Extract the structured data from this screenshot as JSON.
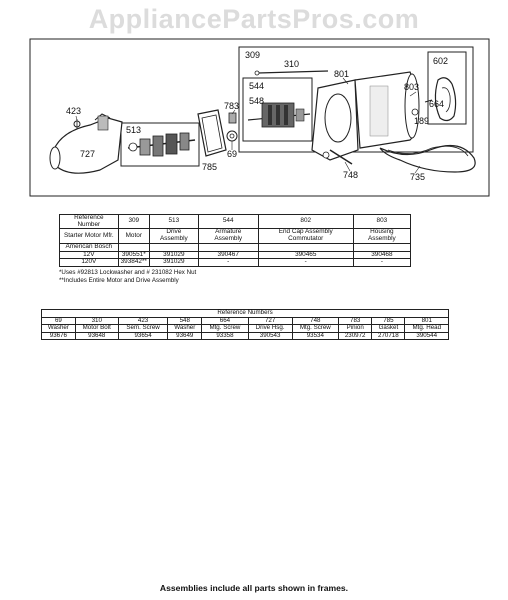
{
  "watermark": "AppliancePartsPros.com",
  "callouts": {
    "p309": "309",
    "p310": "310",
    "p801": "801",
    "p602": "602",
    "p544": "544",
    "p548": "548",
    "p803": "803",
    "p664": "664",
    "p189": "189",
    "p423": "423",
    "p513": "513",
    "p783": "783",
    "p727": "727",
    "p69": "69",
    "p785": "785",
    "p748": "748",
    "p735": "735"
  },
  "table1": {
    "header": [
      "Reference Number",
      "309",
      "513",
      "544",
      "802",
      "803"
    ],
    "row_desc": [
      "Starter Motor Mfr.",
      "Motor",
      "Drive Assembly",
      "Armature Assembly",
      "End Cap Assembly Commutator",
      "Housing Assembly"
    ],
    "row_mfr": [
      "American Bosch",
      "",
      "",
      "",
      "",
      ""
    ],
    "row_12v": [
      "12V",
      "390551*",
      "391029",
      "390467",
      "390465",
      "390468"
    ],
    "row_120v": [
      "120V",
      "393842**",
      "391029",
      "-",
      "-",
      "-"
    ]
  },
  "notes": [
    "*Uses #92813 Lockwasher and # 231082 Hex Nut",
    "**Includes Entire Motor and Drive Assembly"
  ],
  "table2": {
    "title": "Reference Numbers",
    "refs": [
      "69",
      "310",
      "423",
      "548",
      "664",
      "727",
      "748",
      "783",
      "785",
      "801"
    ],
    "names": [
      "Washer",
      "Motor Bolt",
      "Sem. Screw",
      "Washer",
      "Mtg. Screw",
      "Drive Hsg.",
      "Mtg. Screw",
      "Pinion",
      "Gasket",
      "Mtg. Head"
    ],
    "parts": [
      "93676",
      "93648",
      "93654",
      "93649",
      "93358",
      "390543",
      "93534",
      "230972",
      "270718",
      "390544"
    ]
  },
  "footer": "Assemblies include all parts shown in frames."
}
